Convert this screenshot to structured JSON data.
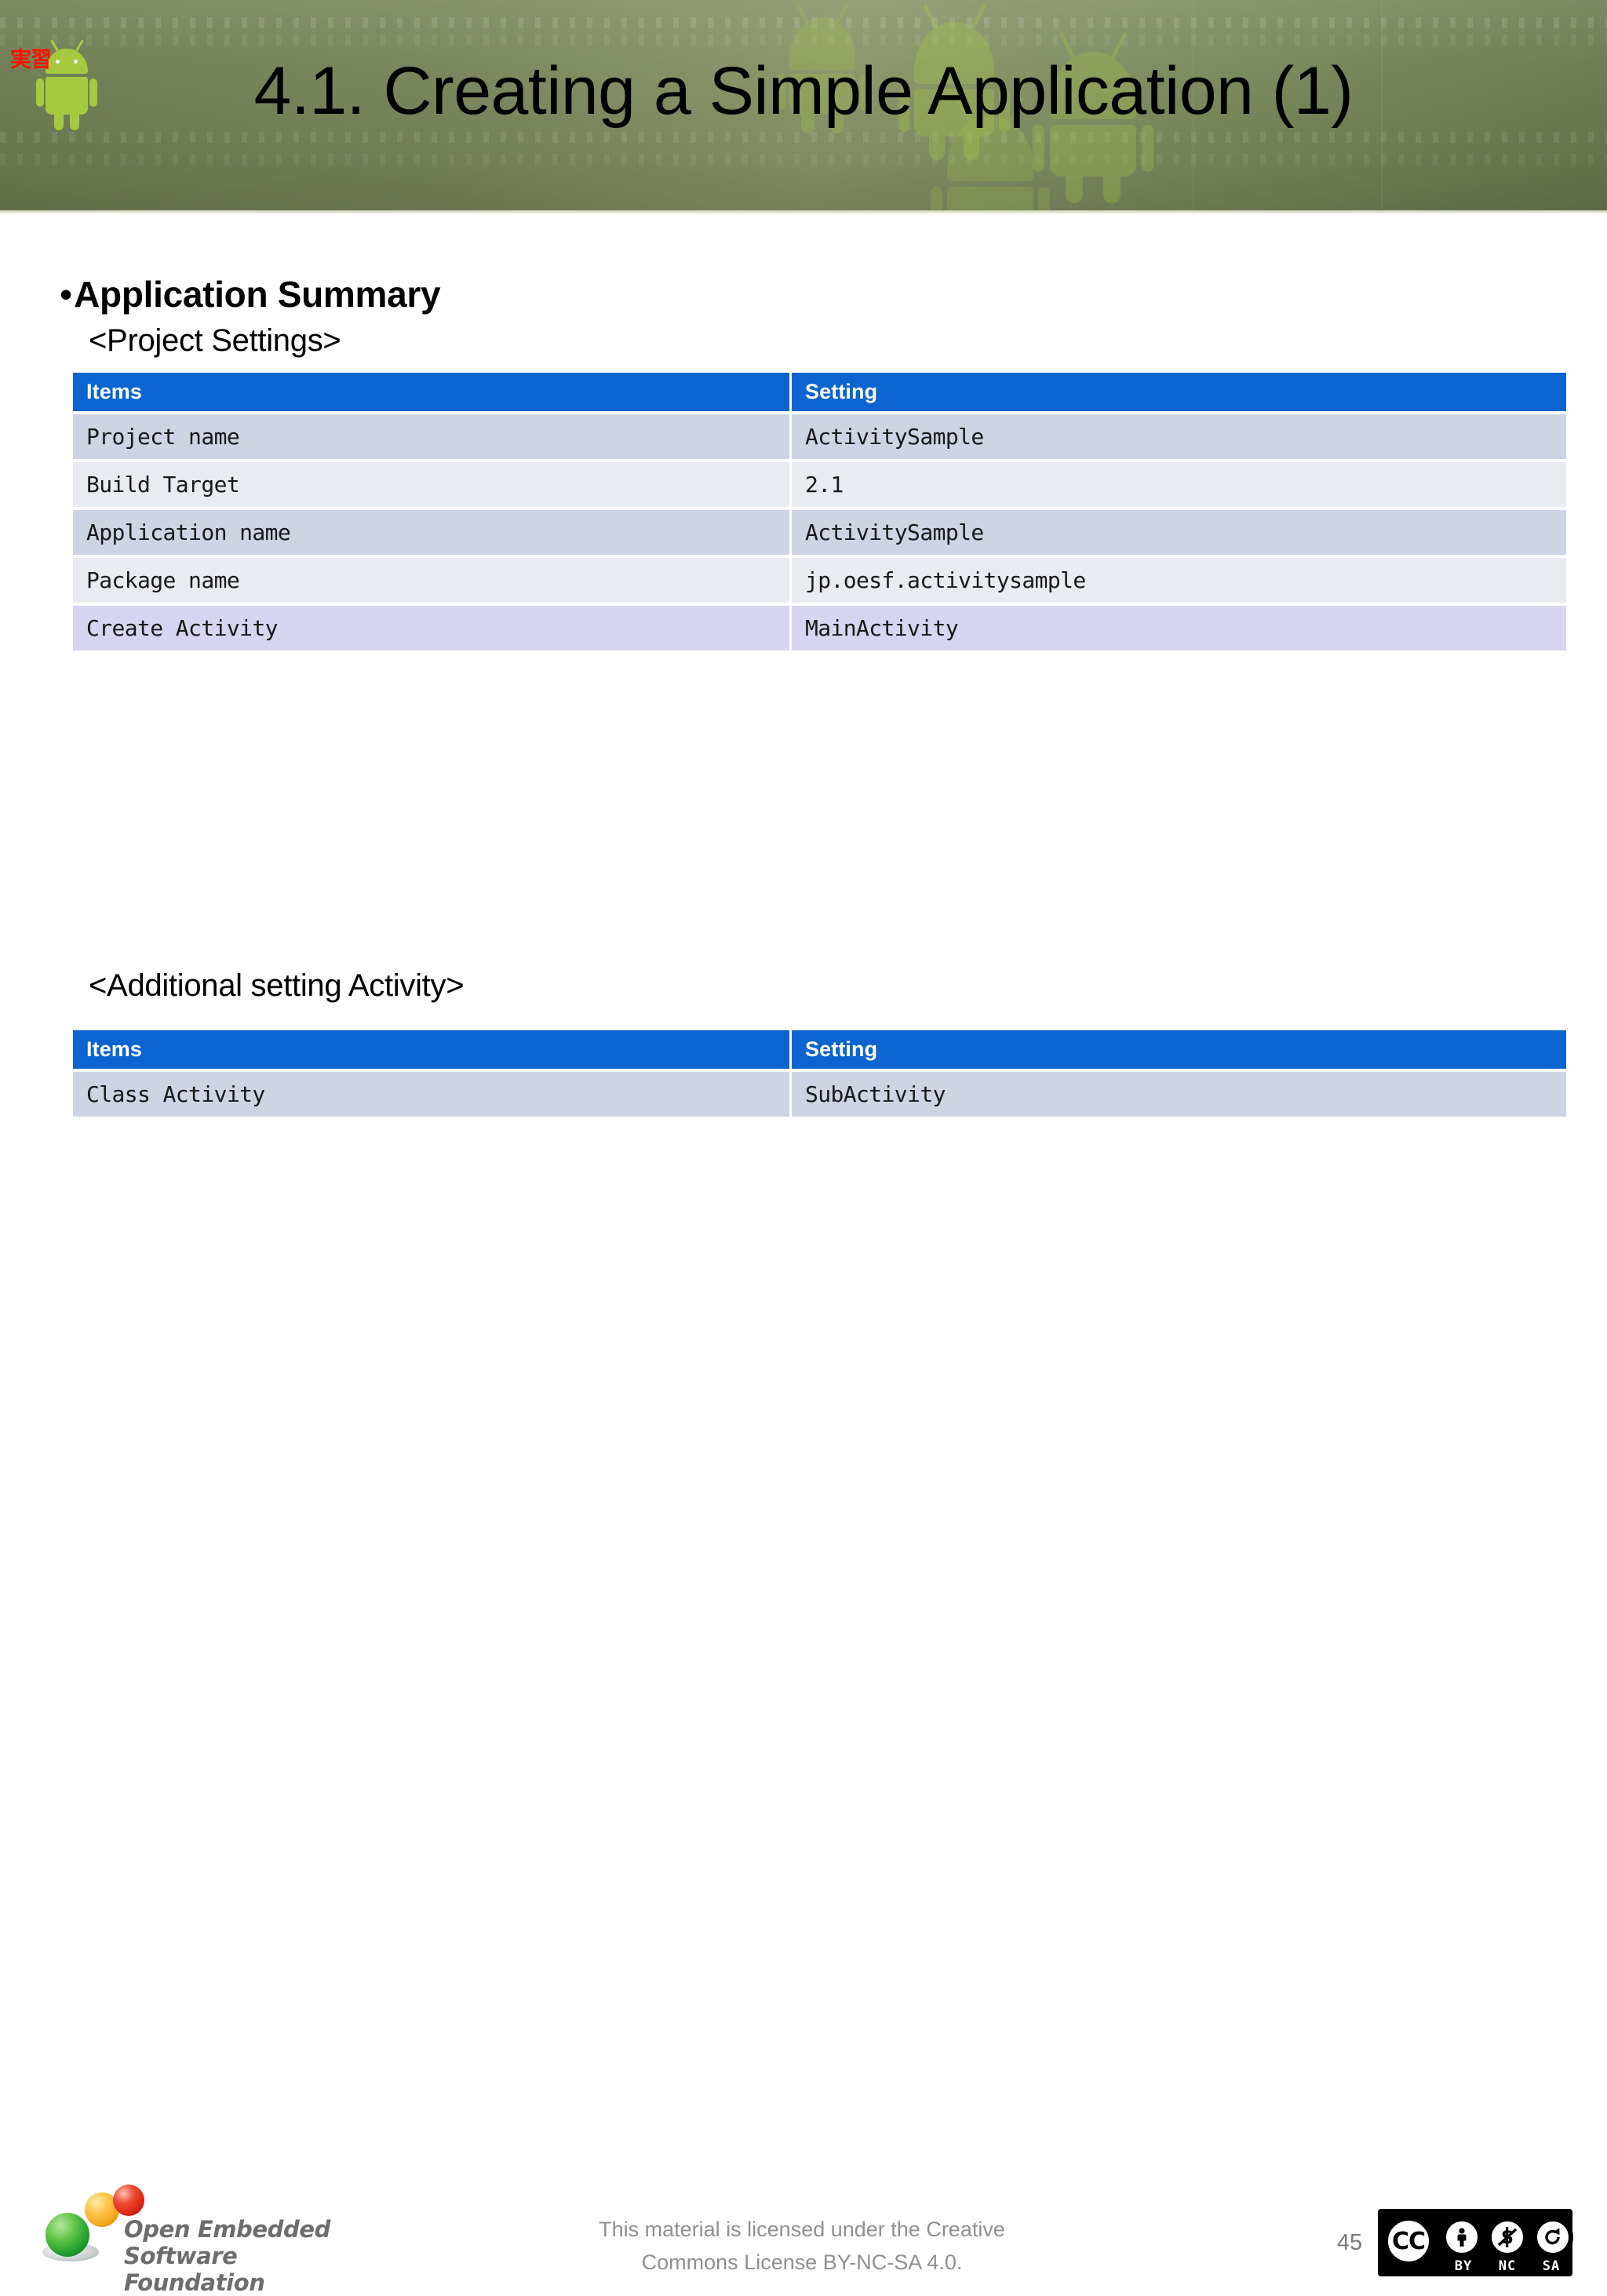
{
  "slide": {
    "title": "4.1. Creating a Simple Application (1)",
    "mascot_badge": "実習",
    "page_number": "45"
  },
  "content": {
    "bullet_marker": "•",
    "bullet_title": "Application Summary",
    "section1_heading": "<Project Settings>",
    "section2_heading": "<Additional setting Activity>"
  },
  "table1": {
    "headers": [
      "Items",
      "Setting"
    ],
    "rows": [
      {
        "item": "Project name",
        "setting": "ActivitySample",
        "style": "row-dark"
      },
      {
        "item": "Build Target",
        "setting": "2.1",
        "style": "row-light"
      },
      {
        "item": "Application name",
        "setting": "ActivitySample",
        "style": "row-dark"
      },
      {
        "item": "Package name",
        "setting": "jp.oesf.activitysample",
        "style": "row-light"
      },
      {
        "item": "Create Activity",
        "setting": "MainActivity",
        "style": "row-lav"
      }
    ]
  },
  "table2": {
    "headers": [
      "Items",
      "Setting"
    ],
    "rows": [
      {
        "item": "Class Activity",
        "setting": "SubActivity",
        "style": "row-dark"
      }
    ]
  },
  "footer": {
    "logo_text": "Open Embedded\nSoftware Foundation",
    "license_text": "This material is licensed under the Creative Commons License BY-NC-SA 4.0.",
    "cc_mark": "CC",
    "cc_labels": [
      "BY",
      "NC",
      "SA"
    ]
  },
  "colors": {
    "header_blue": "#0b64cf",
    "banner_green": "#79865c",
    "row_dark": "#ced4e4",
    "row_light": "#e8ebf0",
    "row_lavender": "#d7d5f1",
    "mascot_badge_red": "#ff1200"
  }
}
